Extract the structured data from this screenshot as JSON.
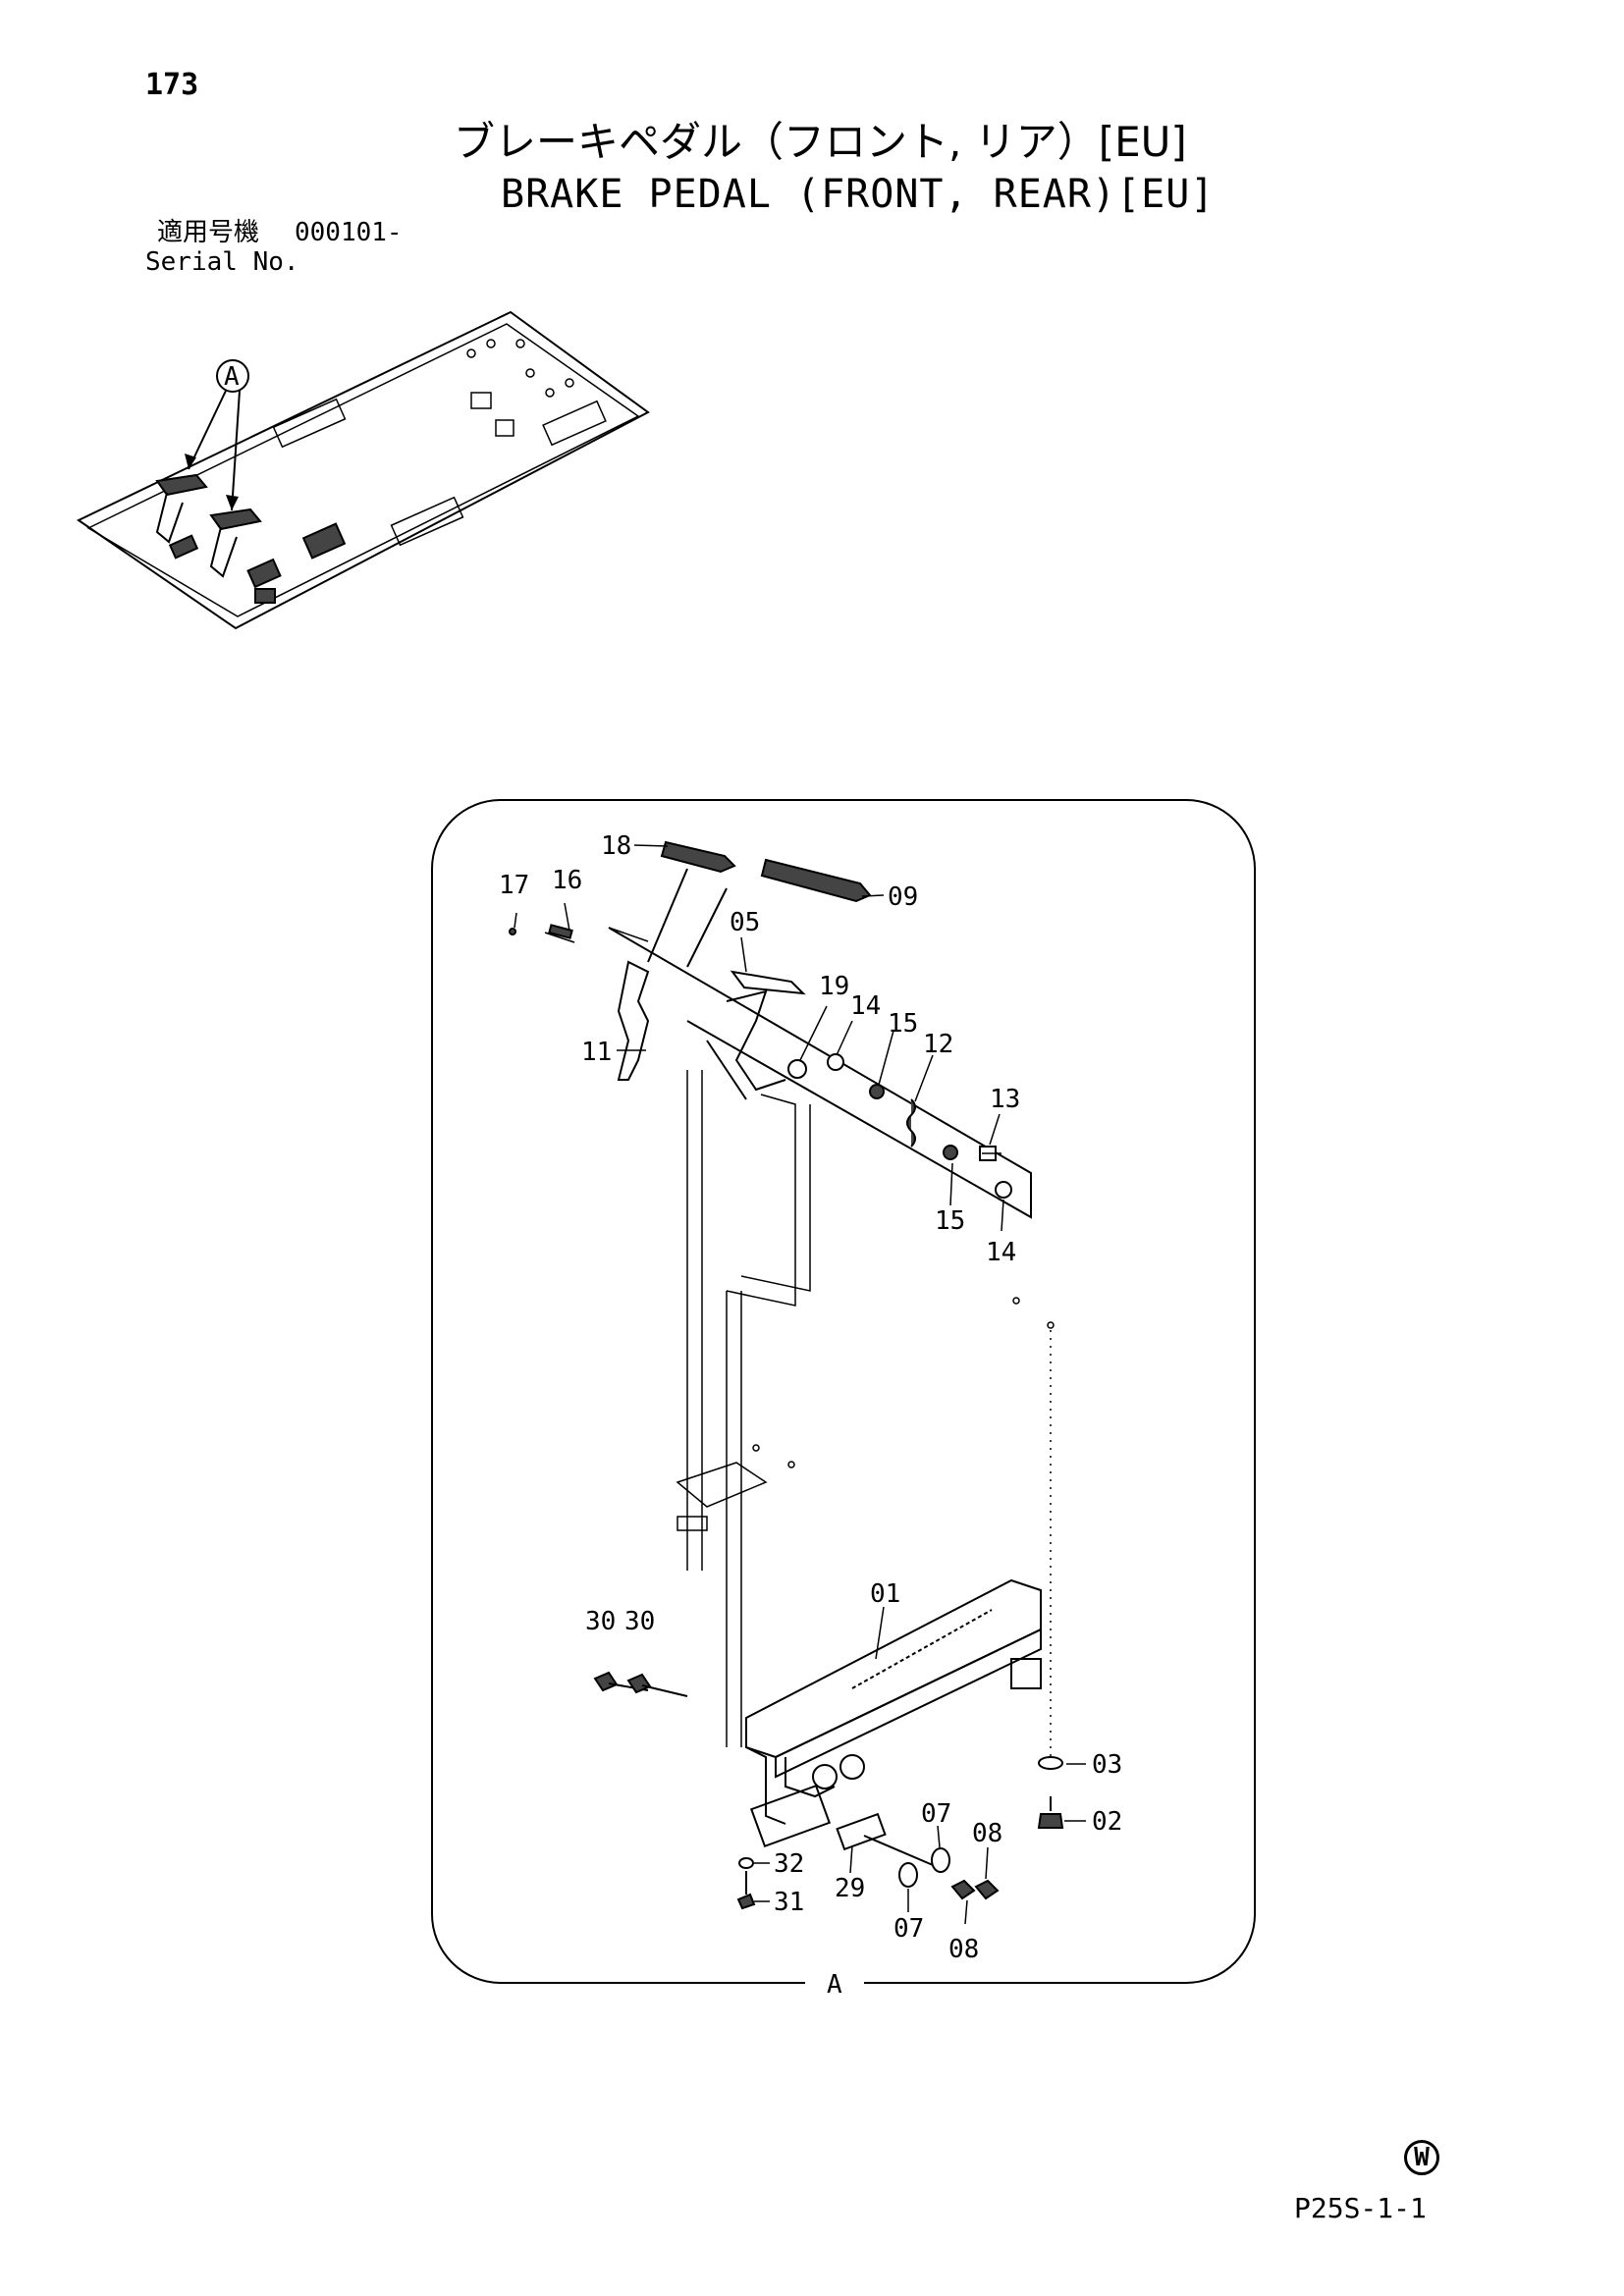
{
  "page_number": "173",
  "title_jp": "ブレーキペダル（フロント, リア）[EU]",
  "title_en": "BRAKE PEDAL (FRONT,  REAR)[EU]",
  "serial": {
    "label_jp": "適用号機",
    "value": "000101-",
    "label_en": "Serial No."
  },
  "overview": {
    "callout": "A"
  },
  "detail": {
    "view_label": "A",
    "part_labels": {
      "p18": "18",
      "p09": "09",
      "p17": "17",
      "p16": "16",
      "p05": "05",
      "p19": "19",
      "p14a": "14",
      "p15a": "15",
      "p12": "12",
      "p11": "11",
      "p13": "13",
      "p15b": "15",
      "p14b": "14",
      "p01": "01",
      "p30a": "30",
      "p30b": "30",
      "p03": "03",
      "p02": "02",
      "p07a": "07",
      "p08a": "08",
      "p32": "32",
      "p31": "31",
      "p29": "29",
      "p07b": "07",
      "p08b": "08"
    }
  },
  "footer": {
    "mark": "W",
    "code": "P25S-1-1"
  }
}
